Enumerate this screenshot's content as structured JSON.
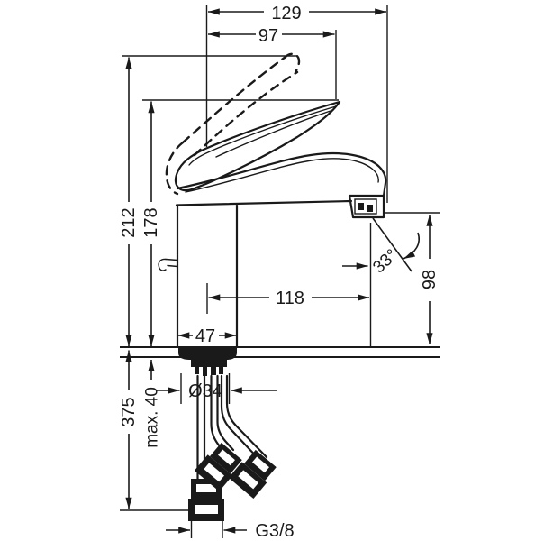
{
  "page": {
    "background": "#ffffff",
    "line_color": "#1a1a1a"
  },
  "drawing": {
    "type": "technical-dimension-drawing",
    "subject": "single-lever basin mixer faucet, side elevation with below-deck supply hoses",
    "units": "mm",
    "dims": {
      "overall_reach": "129",
      "handle_reach": "97",
      "overall_height": "212",
      "handle_height": "178",
      "jet_angle": "33°",
      "spout_height": "98",
      "spout_reach": "118",
      "body_width": "47",
      "hole_diameter": "Ø34",
      "max_deck_thickness": "max. 40",
      "hose_length": "375",
      "thread": "G3/8"
    }
  }
}
